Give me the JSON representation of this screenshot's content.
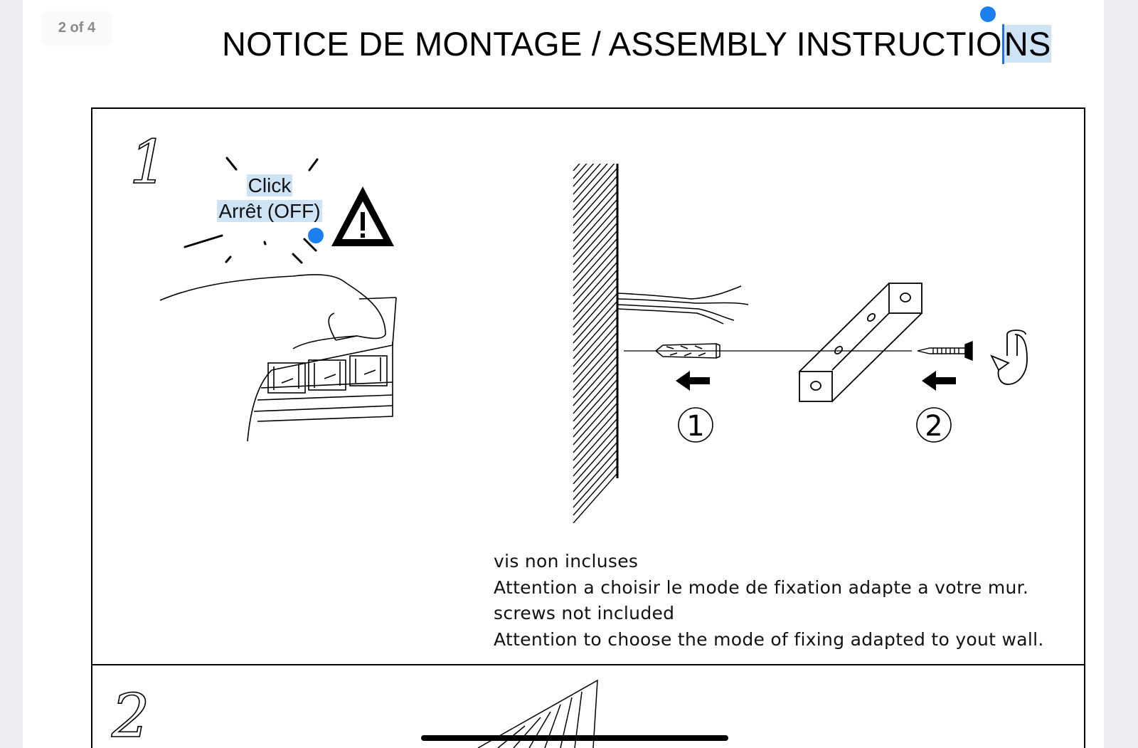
{
  "viewer": {
    "page_indicator": "2 of 4"
  },
  "document": {
    "title": "NOTICE DE MONTAGE / ASSEMBLY INSTRUCTIONS",
    "title_selected_part": "NS",
    "step1": {
      "number": "1",
      "click_label_line1": "Click",
      "click_label_line2": "Arrêt (OFF)",
      "order_marker_1": "1",
      "order_marker_2": "2"
    },
    "notes": [
      "vis non incluses",
      "Attention a choisir le mode de fixation adapte a votre mur.",
      "screws not included",
      "Attention to choose the mode of fixing adapted to yout wall."
    ],
    "step2": {
      "number": "2"
    }
  },
  "colors": {
    "selection": "#cfe3f7",
    "handle": "#1b7ff0",
    "page_bg": "#ffffff",
    "viewer_bg": "#eeeef2"
  }
}
